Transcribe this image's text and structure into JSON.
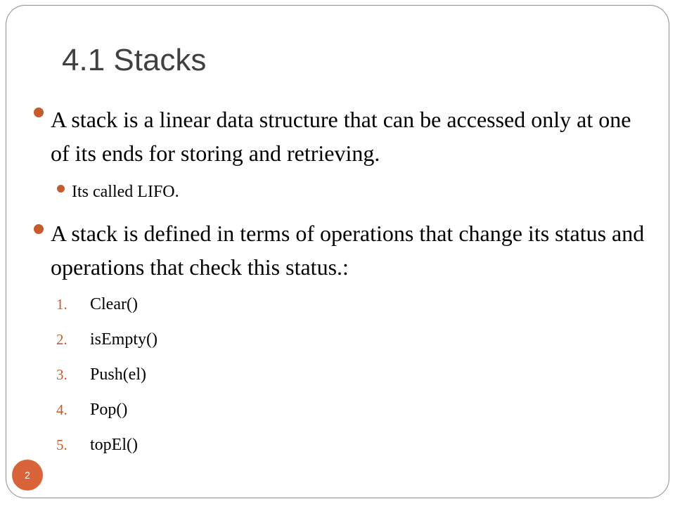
{
  "slide": {
    "title": "4.1 Stacks",
    "bullets": [
      {
        "text": "A stack is a linear data structure that can be accessed only at one of its ends for storing and retrieving.",
        "sub_bullets": [
          "Its called LIFO."
        ]
      },
      {
        "text": "A stack is defined in terms of operations that change its status and operations that check this status.:",
        "ordered_items": [
          {
            "number": "1.",
            "text": "Clear()"
          },
          {
            "number": "2.",
            "text": "isEmpty()"
          },
          {
            "number": "3.",
            "text": "Push(el)"
          },
          {
            "number": "4.",
            "text": "Pop()"
          },
          {
            "number": "5.",
            "text": "topEl()"
          }
        ]
      }
    ],
    "page_number": "2"
  },
  "colors": {
    "accent": "#c75b2b",
    "badge": "#d9643a",
    "title": "#404040",
    "frame_border": "#8c8c8c"
  }
}
